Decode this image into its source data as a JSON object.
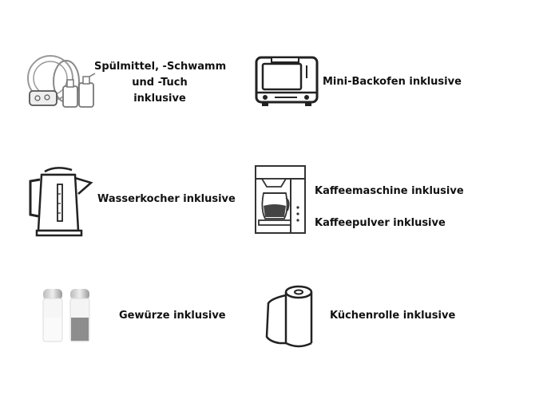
{
  "amenities": [
    {
      "id": "dishwashing",
      "icon": "dishwashing-supplies-icon",
      "lines": [
        "Spülmittel, -Schwamm",
        "und -Tuch",
        "inklusive"
      ]
    },
    {
      "id": "toaster-oven",
      "icon": "toaster-oven-icon",
      "lines": [
        "Mini-Backofen inklusive"
      ]
    },
    {
      "id": "kettle",
      "icon": "kettle-icon",
      "lines": [
        "Wasserkocher inklusive"
      ]
    },
    {
      "id": "coffee-machine",
      "icon": "coffee-machine-icon",
      "lines": [
        "Kaffeemaschine inklusive",
        "Kaffeepulver inklusive"
      ]
    },
    {
      "id": "spices",
      "icon": "salt-pepper-shaker-icon",
      "lines": [
        "Gewürze inklusive"
      ]
    },
    {
      "id": "paper-towel",
      "icon": "paper-towel-roll-icon",
      "lines": [
        "Küchenrolle inklusive"
      ]
    }
  ]
}
